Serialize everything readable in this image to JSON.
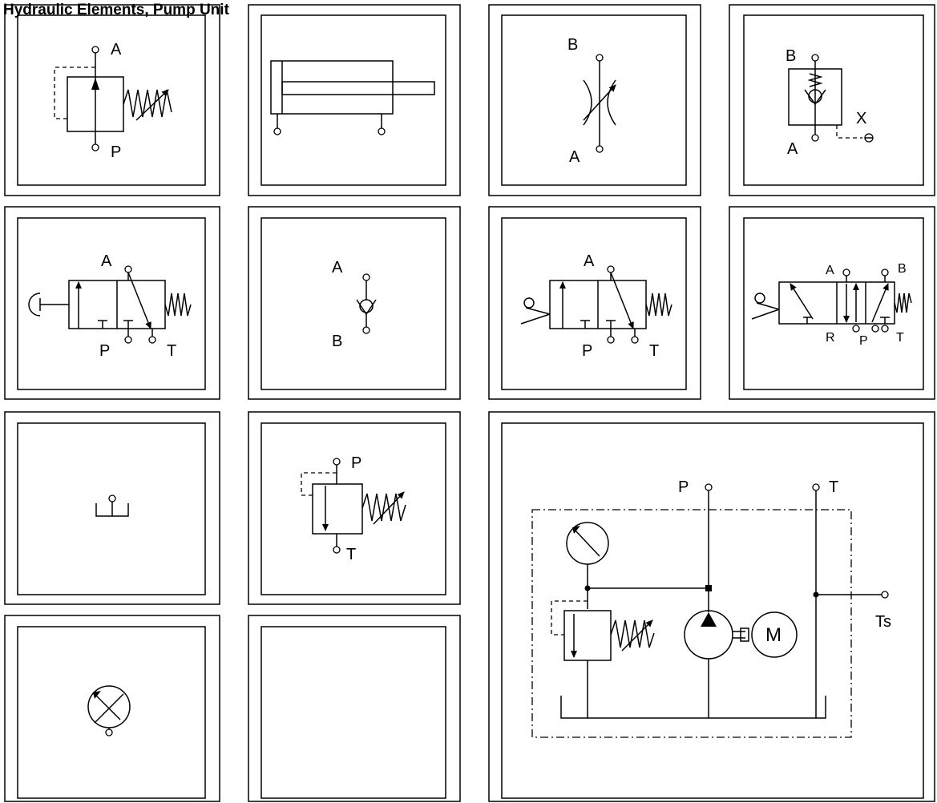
{
  "header": {
    "caption": "Hydraulic Elements, Pump Unit"
  },
  "panels": {
    "relief_valve": {
      "port_top": "A",
      "port_bottom": "P"
    },
    "cylinder": {},
    "throttle": {
      "port_top": "B",
      "port_bottom": "A"
    },
    "pilot_check": {
      "port_top": "B",
      "port_bottom": "A",
      "pilot": "X"
    },
    "valve_3_2_push": {
      "port_a": "A",
      "port_p": "P",
      "port_t": "T"
    },
    "check_valve": {
      "port_top": "A",
      "port_bottom": "B"
    },
    "valve_3_2_lever": {
      "port_a": "A",
      "port_p": "P",
      "port_t": "T"
    },
    "valve_4_2_lever": {
      "port_a": "A",
      "port_b": "B",
      "port_r": "R",
      "port_p": "P",
      "port_t": "T"
    },
    "tank": {},
    "relief_valve_pt": {
      "port_top": "P",
      "port_bottom": "T"
    },
    "pressure_gauge": {},
    "empty": {},
    "pump_unit": {
      "port_p": "P",
      "port_t": "T",
      "port_ts": "Ts",
      "motor": "M"
    }
  }
}
